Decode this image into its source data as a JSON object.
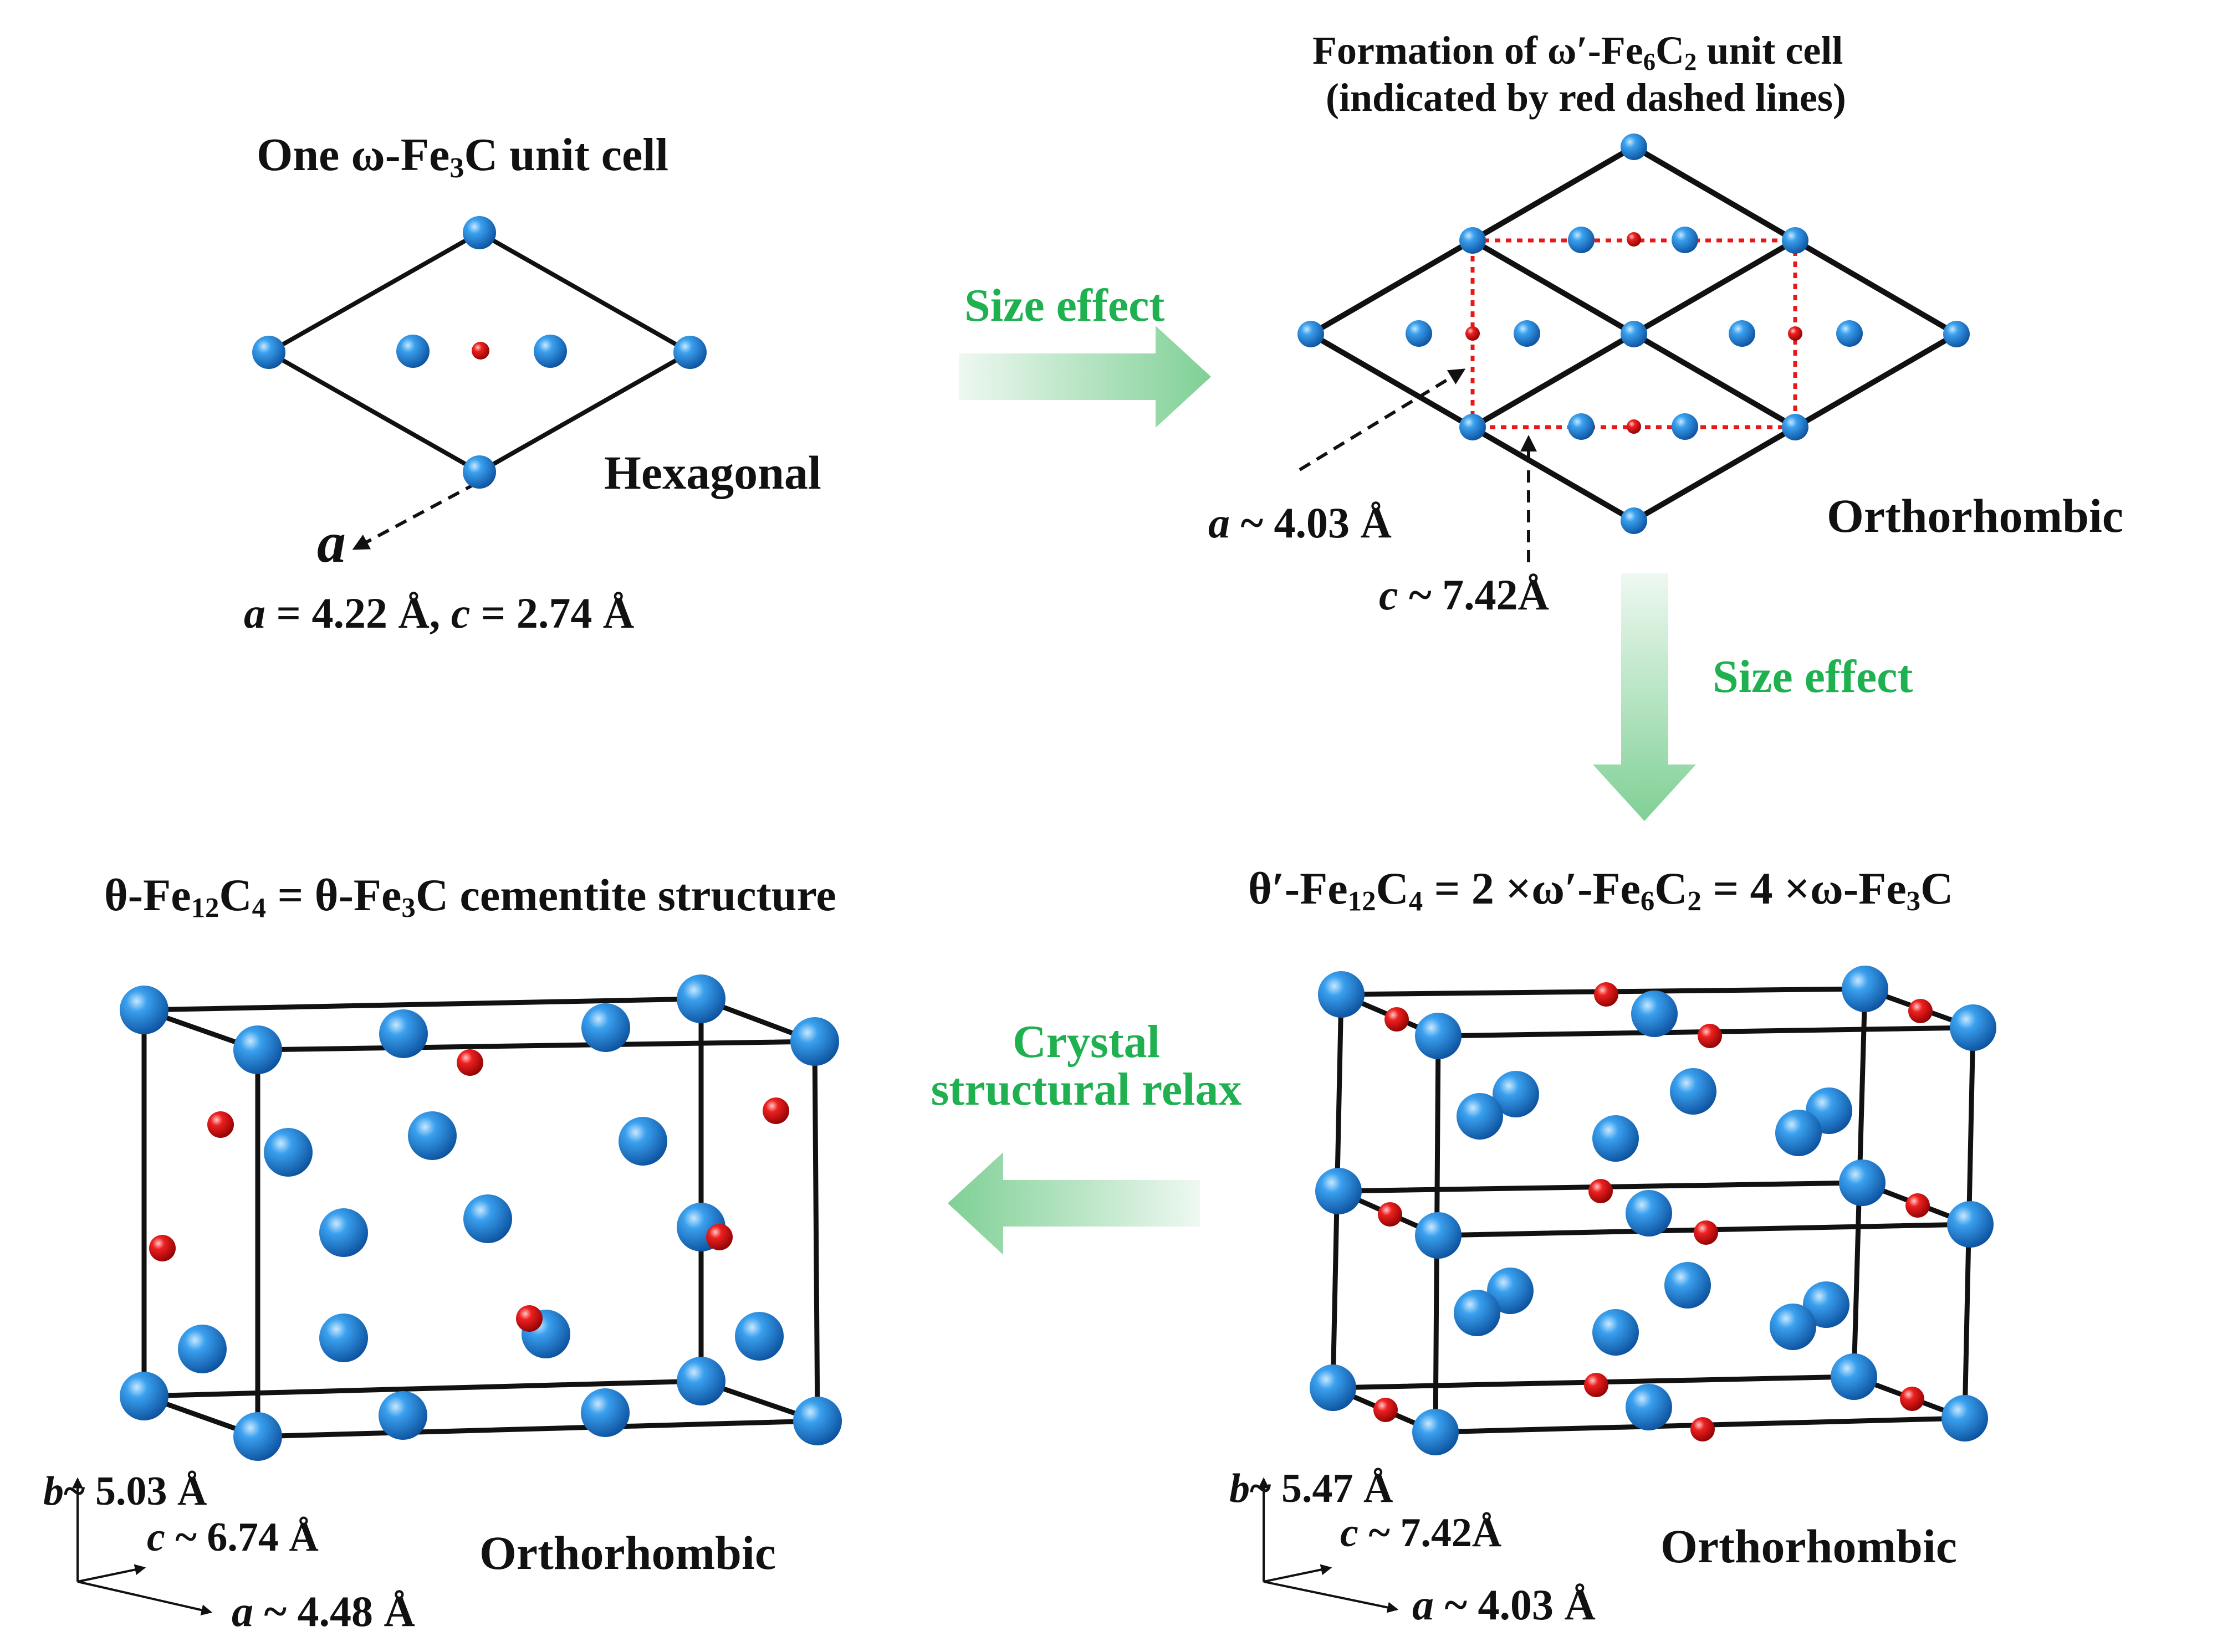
{
  "colors": {
    "fe_atom": "#1a86d6",
    "c_atom": "#e01414",
    "arrow_green": "#1fb050",
    "cell_line": "#111111",
    "dashed_cell": "#e81818"
  },
  "panel_omega": {
    "title": {
      "t1": "One ω-Fe",
      "s1": "3",
      "t2": "C unit cell"
    },
    "lattice_label": "Hexagonal",
    "axis_letter": "a",
    "params": {
      "a_var": "a",
      "a_val": " = 4.22 Å, ",
      "c_var": "c",
      "c_val": " = 2.74 Å"
    }
  },
  "arrow_size_effect_1": {
    "label": "Size effect"
  },
  "panel_omega_prime": {
    "title_line1": {
      "t1": "Formation of  ω′-Fe",
      "s1": "6",
      "t2": "C",
      "s2": "2",
      "t3": " unit cell"
    },
    "title_line2": "(indicated by red dashed lines)",
    "lattice_label": "Orthorhombic",
    "a_label": {
      "var": "a",
      "val": " ~ 4.03 Å"
    },
    "c_label": {
      "var": "c",
      "val": " ~ 7.42Å"
    }
  },
  "arrow_size_effect_2": {
    "label": "Size effect"
  },
  "panel_theta_prime": {
    "title": {
      "t1": "θ′-Fe",
      "s1": "12",
      "t2": "C",
      "s2": "4",
      "t3": " = 2 ×ω′-Fe",
      "s3": "6",
      "t4": "C",
      "s4": "2",
      "t5": " = 4 ×ω-Fe",
      "s5": "3",
      "t6": "C"
    },
    "lattice_label": "Orthorhombic",
    "b_label": {
      "var": "b",
      "val": "~ 5.47 Å"
    },
    "c_label": {
      "var": "c",
      "val": " ~ 7.42Å"
    },
    "a_label": {
      "var": "a",
      "val": " ~ 4.03 Å"
    }
  },
  "arrow_relax": {
    "line1": "Crystal",
    "line2": "structural relax"
  },
  "panel_theta": {
    "title": {
      "t1": "θ-Fe",
      "s1": "12",
      "t2": "C",
      "s2": "4",
      "t3": " = θ-Fe",
      "s3": "3",
      "t4": "C cementite structure"
    },
    "lattice_label": "Orthorhombic",
    "b_label": {
      "var": "b",
      "val": "~ 5.03 Å"
    },
    "c_label": {
      "var": "c",
      "val": " ~ 6.74 Å"
    },
    "a_label": {
      "var": "a",
      "val": " ~ 4.48 Å"
    }
  }
}
